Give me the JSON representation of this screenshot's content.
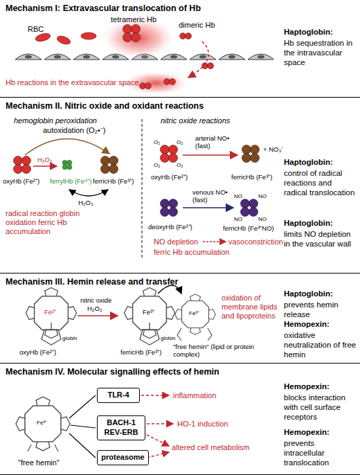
{
  "diagram": {
    "nodes": [
      {
        "text": [
          "Mechanism I:  Extravascular translocation of Hb"
        ]
      },
      {
        "text": [
          "Mechanism II.  Nitric oxide and oxidant reactions"
        ]
      },
      {
        "text": [
          "Mechanism III.  Hemin release and transfer"
        ]
      },
      {
        "text": [
          "Mechanism IV.  Molecular signalling effects of hemin"
        ]
      },
      {
        "text": [
          "TLR-4"
        ],
        "in": 3
      },
      {
        "text": [
          "BACH-1 REV-ERB"
        ],
        "in": 3
      },
      {
        "text": [
          "proteasome"
        ],
        "in": 3
      }
    ],
    "labels": [
      "RBC",
      "tetrameric Hb",
      "dimeric Hb",
      "Hb reactions in the extravascular space",
      "Haptoglobin:",
      "Hb sequestration in the intravascular space",
      "hemoglobin peroxidation",
      "nitric oxide reactions",
      "autoxidation (O₂•⁻)",
      "H₂O₂",
      "oxyHb (Fe²⁺)",
      "ferrylHb (Fe⁴⁺)",
      "ferricHb (Fe³⁺)",
      "H₂O₂",
      "radical reaction globin oxidation ferric Hb accumulation",
      "O₂",
      "O₂",
      "O₂",
      "O₂",
      "arterial NO• (fast)",
      "ferricHb (Fe³⁺)",
      "+ NO₃⁻",
      "oxyHb (Fe²⁺)",
      "venous NO• (fast)",
      "NO",
      "NO",
      "NO",
      "NO",
      "deoxyHb (Fe²⁺)",
      "ferricHb (Fe³⁺NO)",
      "NO depletion",
      "vasoconstriction",
      "ferric Hb accumulation",
      "Haptoglobin:",
      "control of radical reactions and radical translocation",
      "Haptoglobin:",
      "limits NO depletion in the vascular wall",
      "Fe²⁺",
      "globin",
      "nitric oxide",
      "H₂O₂",
      "Fe³⁺",
      "globin",
      "Fe³⁺",
      "oxyHb (Fe²⁺)",
      "ferricHb (Fe³⁺)",
      "\"free hemin\" (lipid or protein complex)",
      "oxidation of membrane lipids and lipoproteins",
      "Haptoglobin:",
      "prevents hemin release",
      "Hemopexin:",
      "oxidative neutralization of free hemin",
      "Fe³⁺",
      "\"free hemin\"",
      "inflammation",
      "HO-1 induction",
      "altered cell metabolism",
      "Hemopexin:",
      "blocks interaction with cell surface receptors",
      "Hemopexin:",
      "prevents intracellular translocation"
    ]
  }
}
